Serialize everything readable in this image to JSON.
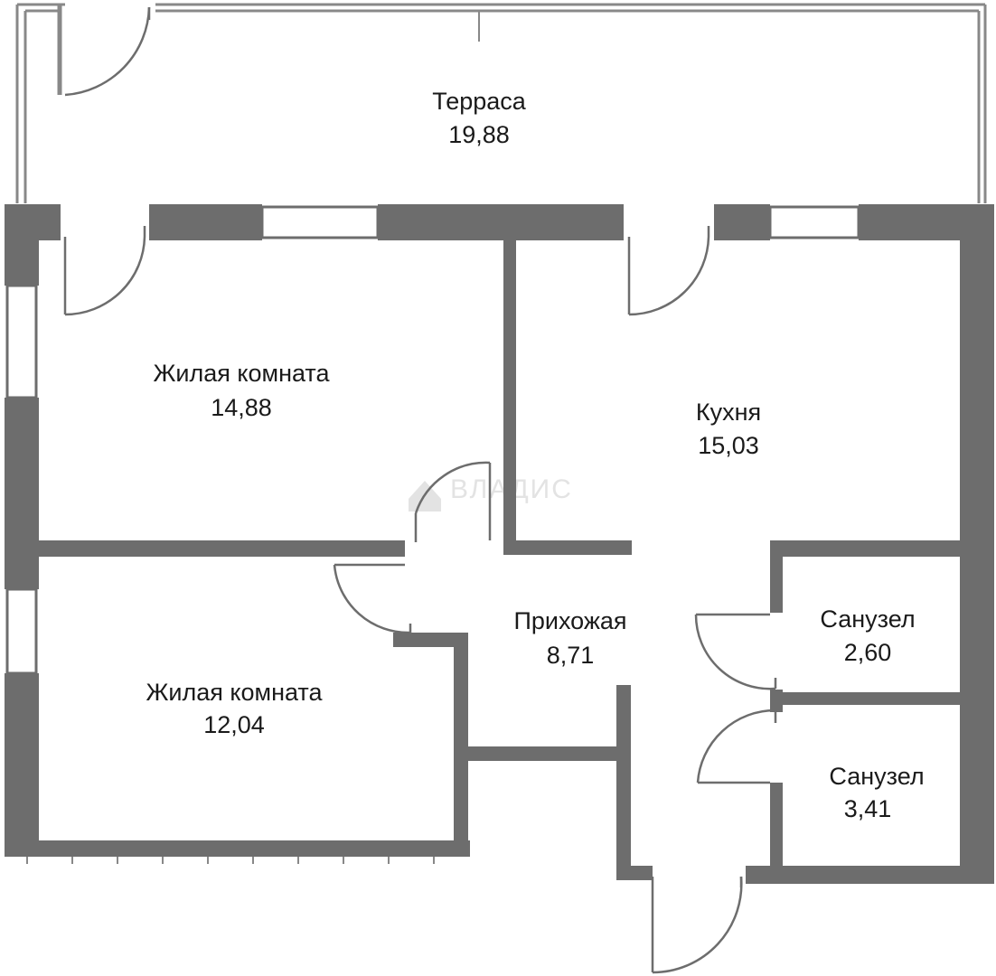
{
  "colors": {
    "wall": "#6d6d6d",
    "thin_line": "#888888",
    "background": "#ffffff",
    "text": "#1a1a1a",
    "watermark": "#e3e3e3"
  },
  "watermark": "ВЛАДИС",
  "rooms": {
    "terrace": {
      "name": "Терраса",
      "area": "19,88"
    },
    "living1": {
      "name": "Жилая комната",
      "area": "14,88"
    },
    "kitchen": {
      "name": "Кухня",
      "area": "15,03"
    },
    "hall": {
      "name": "Прихожая",
      "area": "8,71"
    },
    "bath1": {
      "name": "Санузел",
      "area": "2,60"
    },
    "living2": {
      "name": "Жилая комната",
      "area": "12,04"
    },
    "bath2": {
      "name": "Санузел",
      "area": "3,41"
    }
  }
}
